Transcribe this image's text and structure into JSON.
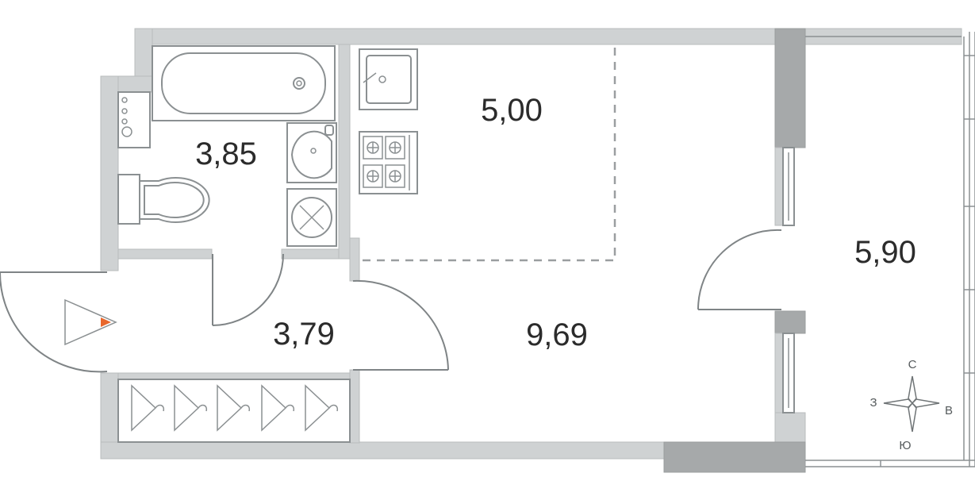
{
  "rooms": {
    "bathroom": {
      "area": "3,85"
    },
    "kitchen": {
      "area": "5,00"
    },
    "hallway": {
      "area": "3,79"
    },
    "living": {
      "area": "9,69"
    },
    "balcony": {
      "area": "5,90"
    }
  },
  "compass": {
    "north": "С",
    "south": "Ю",
    "east": "В",
    "west": "З"
  },
  "colors": {
    "wall": "#cfd2d3",
    "wall_dark": "#a6a9aa",
    "line": "#7f8486",
    "entrance_marker": "#e8672c"
  },
  "icons": [
    "bathtub-icon",
    "sink-icon",
    "toilet-icon",
    "washing-machine-icon",
    "stove-icon",
    "kitchen-sink-icon",
    "hanger-icon",
    "entrance-arrow-icon",
    "compass-icon"
  ]
}
